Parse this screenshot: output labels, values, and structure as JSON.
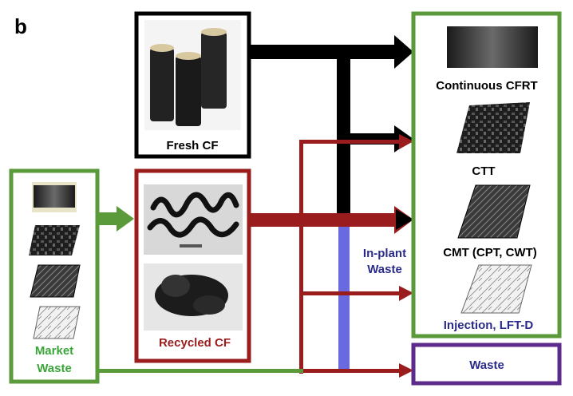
{
  "panel_letter": "b",
  "sources": {
    "fresh_cf": "Fresh CF",
    "recycled_cf": "Recycled CF",
    "market_waste_line1": "Market",
    "market_waste_line2": "Waste"
  },
  "products": {
    "continuous_cfrt": "Continuous CFRT",
    "ctt": "CTT",
    "cmt": "CMT (CPT, CWT)",
    "injection": "Injection, LFT-D"
  },
  "in_plant_waste_line1": "In-plant",
  "in_plant_waste_line2": "Waste",
  "waste_box": "Waste",
  "colors": {
    "green": "#5a9a3a",
    "dark_red": "#9b1c1c",
    "black": "#000000",
    "purple": "#5b2a8a",
    "blue_bar": "#6a6ae0",
    "navy_text": "#2a2a8a",
    "green_text": "#3aa63a"
  }
}
